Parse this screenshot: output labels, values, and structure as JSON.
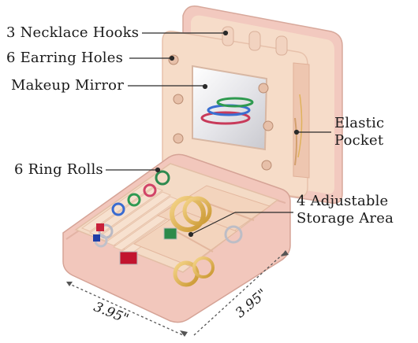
{
  "labels": {
    "necklace_hooks": "3 Necklace Hooks",
    "earring_holes": "6 Earring Holes",
    "makeup_mirror": "Makeup Mirror",
    "elastic_pocket_line1": "Elastic",
    "elastic_pocket_line2": "Pocket",
    "ring_rolls": "6 Ring Rolls",
    "storage_line1": "4 Adjustable",
    "storage_line2": "Storage Area"
  },
  "dimensions": {
    "width": "3.95\"",
    "depth": "3.95\""
  },
  "colors": {
    "case_pink": "#f2c9bf",
    "lining_cream": "#f5dcc8",
    "leader_line": "#2a2a2a"
  }
}
